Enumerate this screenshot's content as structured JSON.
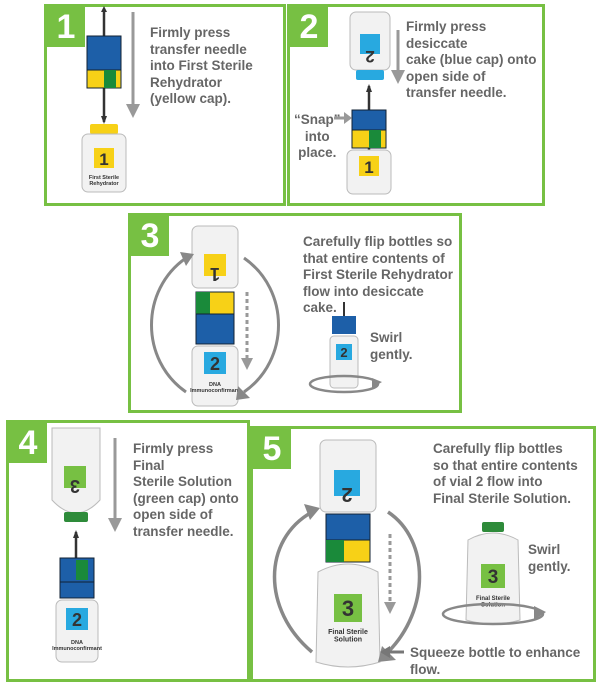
{
  "steps": [
    {
      "number": "1",
      "text": "Firmly press\ntransfer needle\ninto First Sterile\nRehydrator\n(yellow cap)."
    },
    {
      "number": "2",
      "text": "Firmly press desiccate\ncake (blue cap) onto\nopen side of\ntransfer needle."
    },
    {
      "number": "3",
      "text": "Carefully flip bottles so\nthat entire contents of\nFirst Sterile Rehydrator\nflow into desiccate cake."
    },
    {
      "number": "4",
      "text": "Firmly press Final\nSterile Solution\n(green cap) onto\nopen side of\ntransfer needle."
    },
    {
      "number": "5",
      "text": "Carefully flip bottles\nso that entire contents\nof vial 2  flow into\nFinal Sterile Solution."
    }
  ],
  "annotations": {
    "snap": "“Snap”\ninto\nplace.",
    "swirl": "Swirl\ngently.",
    "squeeze": "Squeeze bottle to enhance flow."
  },
  "vials": {
    "v1_num": "1",
    "v1_label": "First Sterile\nRehydrator",
    "v2_num": "2",
    "v2_label": "DNA\nImmunoconfirmant",
    "v3_num": "3",
    "v3_label": "Final Sterile\nSolution"
  },
  "colors": {
    "green": "#77c043",
    "yellow": "#f7d117",
    "blue": "#1d5fa8",
    "cyan": "#28a9e0",
    "gray": "#888888"
  }
}
